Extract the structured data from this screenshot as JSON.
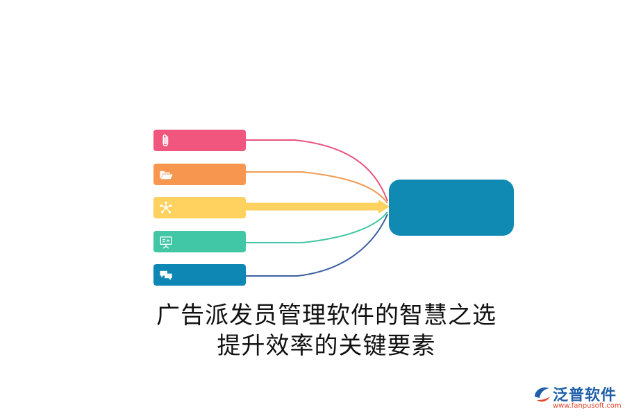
{
  "diagram": {
    "items": [
      {
        "icon": "paperclip-icon",
        "color": "#F0567E"
      },
      {
        "icon": "open-folder-icon",
        "color": "#F7974F"
      },
      {
        "icon": "network-nodes-icon",
        "color": "#FFD15E"
      },
      {
        "icon": "presentation-board-icon",
        "color": "#41C6A6"
      },
      {
        "icon": "chat-bubbles-icon",
        "color": "#0E87B5"
      }
    ],
    "hub_color": "#118AB3",
    "connector_colors": [
      "#E7567E",
      "#F29A53",
      "#FFD15E",
      "#41C6A6",
      "#3B5F9E"
    ]
  },
  "title": {
    "line1": "广告派发员管理软件的智慧之选",
    "line2": "提升效率的关键要素"
  },
  "logo": {
    "name": "泛普软件",
    "url": "www.fanpusoft.com",
    "primary_color": "#1F5FA8",
    "accent_color": "#E0462C"
  }
}
